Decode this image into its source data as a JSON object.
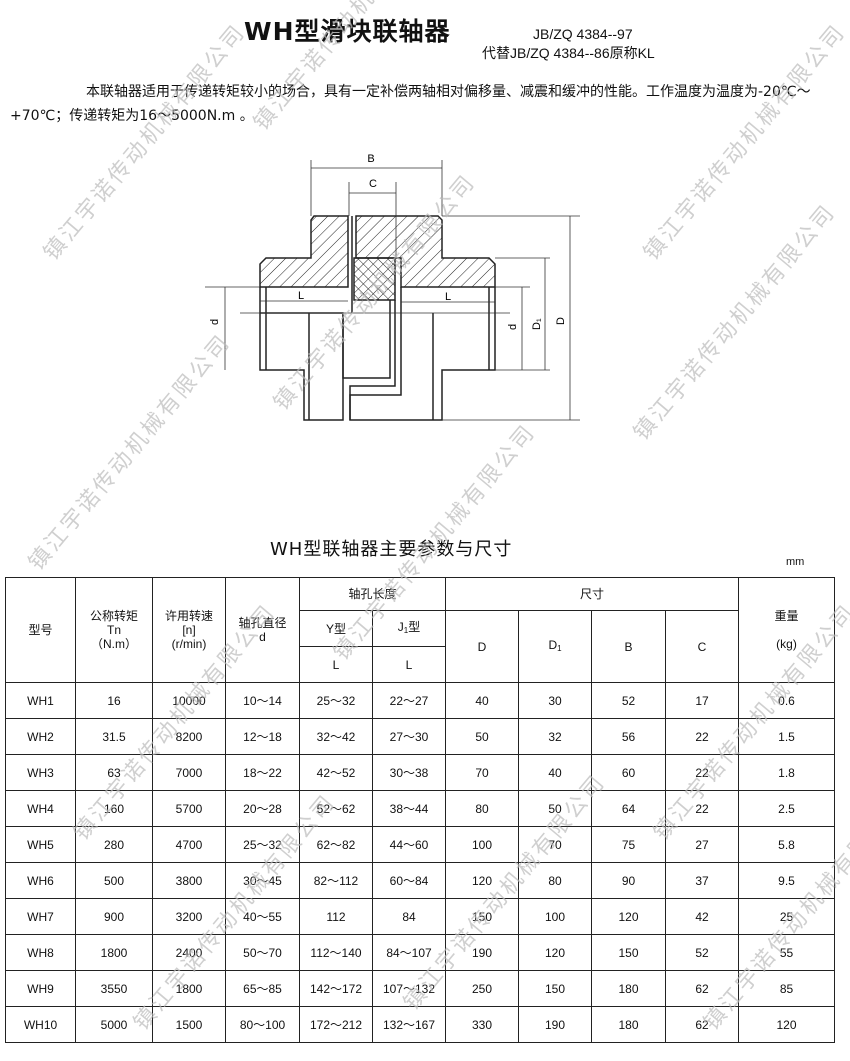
{
  "header": {
    "title": "WH型滑块联轴器",
    "standard": "JB/ZQ 4384--97",
    "replaces": "代替JB/ZQ 4384--86原称KL"
  },
  "description": "本联轴器适用于传递转矩较小的场合，具有一定补偿两轴相对偏移量、减震和缓冲的性能。工作温度为温度为-20℃～+70℃；传递转矩为16～5000N.m 。",
  "diagram": {
    "labels": {
      "B": "B",
      "C": "C",
      "L_left": "L",
      "L_right": "L",
      "d_left": "d",
      "d_right": "d",
      "D1": "D₁",
      "D": "D"
    }
  },
  "table": {
    "title": "WH型联轴器主要参数与尺寸",
    "unit": "mm",
    "headers": {
      "model": "型号",
      "torque": "公称转矩",
      "torque_sym": "Tn",
      "torque_unit": "（N.m）",
      "speed": "许用转速",
      "speed_sym": "[n]",
      "speed_unit": "(r/min)",
      "bore": "轴孔直径",
      "bore_sym": "d",
      "bore_len": "轴孔长度",
      "y_type": "Y型",
      "j_type": "J",
      "j_sub": "1",
      "j_suffix": "型",
      "L1": "L",
      "L2": "L",
      "dims": "尺寸",
      "D": "D",
      "D1": "D",
      "D1_sub": "1",
      "B": "B",
      "C": "C",
      "weight": "重量",
      "weight_unit": "(kg)"
    },
    "rows": [
      [
        "WH1",
        "16",
        "10000",
        "10～14",
        "25～32",
        "22～27",
        "40",
        "30",
        "52",
        "17",
        "0.6"
      ],
      [
        "WH2",
        "31.5",
        "8200",
        "12～18",
        "32～42",
        "27～30",
        "50",
        "32",
        "56",
        "22",
        "1.5"
      ],
      [
        "WH3",
        "63",
        "7000",
        "18～22",
        "42～52",
        "30～38",
        "70",
        "40",
        "60",
        "22",
        "1.8"
      ],
      [
        "WH4",
        "160",
        "5700",
        "20～28",
        "52～62",
        "38～44",
        "80",
        "50",
        "64",
        "22",
        "2.5"
      ],
      [
        "WH5",
        "280",
        "4700",
        "25～32",
        "62～82",
        "44～60",
        "100",
        "70",
        "75",
        "27",
        "5.8"
      ],
      [
        "WH6",
        "500",
        "3800",
        "30～45",
        "82～112",
        "60～84",
        "120",
        "80",
        "90",
        "37",
        "9.5"
      ],
      [
        "WH7",
        "900",
        "3200",
        "40～55",
        "112",
        "84",
        "150",
        "100",
        "120",
        "42",
        "25"
      ],
      [
        "WH8",
        "1800",
        "2400",
        "50～70",
        "112～140",
        "84～107",
        "190",
        "120",
        "150",
        "52",
        "55"
      ],
      [
        "WH9",
        "3550",
        "1800",
        "65～85",
        "142～172",
        "107～132",
        "250",
        "150",
        "180",
        "62",
        "85"
      ],
      [
        "WH10",
        "5000",
        "1500",
        "80～100",
        "172～212",
        "132～167",
        "330",
        "190",
        "180",
        "62",
        "120"
      ]
    ]
  },
  "watermark": "镇江宇诺传动机械有限公司"
}
